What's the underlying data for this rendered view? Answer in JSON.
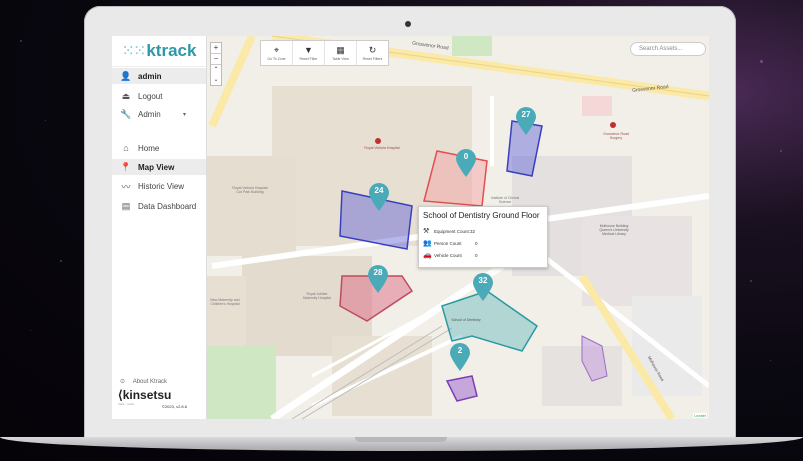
{
  "app": {
    "logo": "ktrack",
    "logo_dots": "⁙⁙"
  },
  "sidebar": {
    "user": "admin",
    "items": [
      {
        "label": "Logout",
        "icon": "logout-icon"
      },
      {
        "label": "Admin",
        "icon": "wrench-icon"
      },
      {
        "label": "Home",
        "icon": "home-icon"
      },
      {
        "label": "Map View",
        "icon": "map-pin-icon",
        "active": true
      },
      {
        "label": "Historic View",
        "icon": "trend-icon"
      },
      {
        "label": "Data Dashboard",
        "icon": "dashboard-icon"
      }
    ],
    "about": "About Ktrack",
    "company": "kinsetsu",
    "company_sub": "trace · track",
    "version": "©2023, v2.8.6"
  },
  "map": {
    "zoom_in": "+",
    "zoom_out": "−",
    "toolbar": [
      {
        "label": "Go To Zone",
        "icon": "target-icon"
      },
      {
        "label": "Reset Filter",
        "icon": "filter-icon"
      },
      {
        "label": "Table View",
        "icon": "table-icon"
      },
      {
        "label": "Reset Filters",
        "icon": "refresh-icon"
      }
    ],
    "search_placeholder": "Search Assets...",
    "streets": [
      "Grosvenor Road",
      "Grosvenor Road",
      "Mulhouse Road"
    ],
    "labels": [
      "Royal Victoria Hospital",
      "Royal Victoria Hospital Car Park Building",
      "Grosvenor Road Surgery",
      "Mulhouse Building Queen's University Medical Library",
      "Royal Jubilee Maternity Hospital",
      "New Maternity and Children's Hospital",
      "School of Dentistry",
      "Institute of Clinical Science"
    ],
    "markers": [
      {
        "count": "27"
      },
      {
        "count": "0"
      },
      {
        "count": "24"
      },
      {
        "count": "28"
      },
      {
        "count": "32"
      },
      {
        "count": "2"
      }
    ],
    "popup": {
      "title": "School of Dentistry Ground Floor",
      "equipment_label": "Equipment Count:32",
      "person_label": "Person Count",
      "person_value": "0",
      "vehicle_label": "Vehicle Count",
      "vehicle_value": "0"
    },
    "attribution": "Leaflet",
    "colors": {
      "marker": "#4aaab8",
      "zone_blue": "#5a5fd8",
      "zone_red": "#e05050",
      "zone_pink": "#d9607a",
      "zone_teal": "#3aaab0",
      "zone_purple": "#9a5fd0"
    }
  }
}
